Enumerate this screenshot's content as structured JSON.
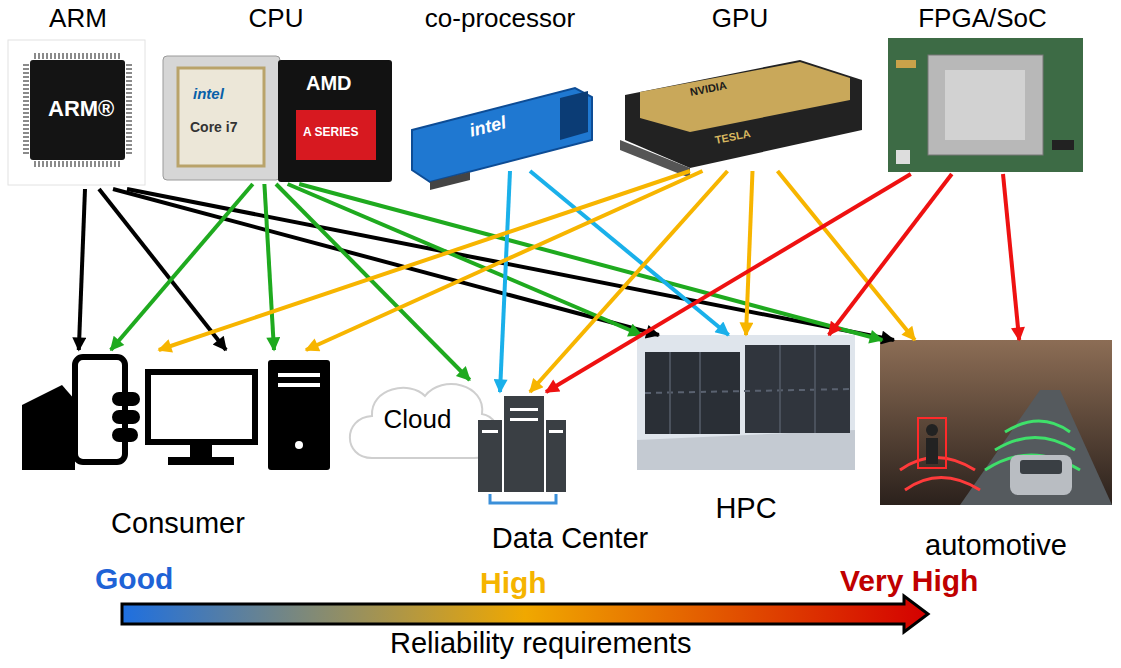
{
  "diagram": {
    "nodes": [
      {
        "text": [
          "ARM"
        ]
      },
      {
        "text": [
          "CPU"
        ]
      },
      {
        "text": [
          "co-processor"
        ]
      },
      {
        "text": [
          "GPU"
        ]
      },
      {
        "text": [
          "FPGA/SoC"
        ]
      },
      {
        "text": [
          "Consumer"
        ]
      },
      {
        "text": [
          "Cloud"
        ]
      },
      {
        "text": [
          "Data Center"
        ]
      },
      {
        "text": [
          "HPC"
        ]
      },
      {
        "text": [
          "automotive"
        ]
      }
    ],
    "edges": [
      {
        "from": 0,
        "to": 5,
        "arrow": "to"
      },
      {
        "from": 0,
        "to": 5,
        "arrow": "to"
      },
      {
        "from": 0,
        "to": 8,
        "arrow": "to"
      },
      {
        "from": 0,
        "to": 9,
        "arrow": "to"
      },
      {
        "from": 1,
        "to": 5,
        "arrow": "to"
      },
      {
        "from": 1,
        "to": 5,
        "arrow": "to"
      },
      {
        "from": 1,
        "to": 6,
        "arrow": "to"
      },
      {
        "from": 1,
        "to": 8,
        "arrow": "to"
      },
      {
        "from": 1,
        "to": 9,
        "arrow": "to"
      },
      {
        "from": 2,
        "to": 7,
        "arrow": "to"
      },
      {
        "from": 2,
        "to": 8,
        "arrow": "to"
      },
      {
        "from": 3,
        "to": 5,
        "arrow": "to"
      },
      {
        "from": 3,
        "to": 5,
        "arrow": "to"
      },
      {
        "from": 3,
        "to": 7,
        "arrow": "to"
      },
      {
        "from": 3,
        "to": 8,
        "arrow": "to"
      },
      {
        "from": 3,
        "to": 9,
        "arrow": "to"
      },
      {
        "from": 4,
        "to": 7,
        "arrow": "to"
      },
      {
        "from": 4,
        "to": 8,
        "arrow": "to"
      },
      {
        "from": 4,
        "to": 9,
        "arrow": "to"
      }
    ],
    "labels": [
      "ARM®",
      "intel",
      "Core i7",
      "AMD",
      "A SERIES",
      "intel",
      "NVIDIA",
      "TESLA",
      "Good",
      "High",
      "Very High",
      "Reliability requirements"
    ]
  }
}
